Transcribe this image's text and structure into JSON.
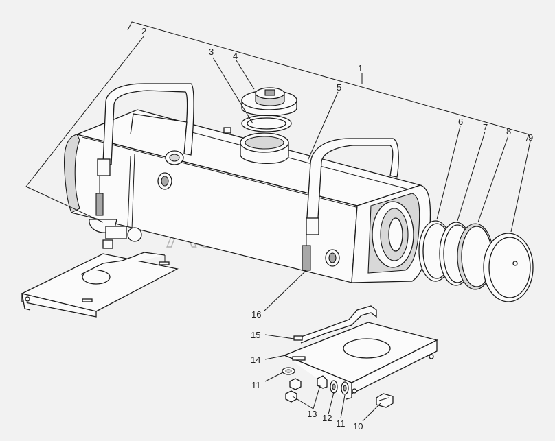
{
  "diagram": {
    "watermark": "AutoSoft",
    "callouts": [
      {
        "id": "c1",
        "text": "1"
      },
      {
        "id": "c2",
        "text": "2"
      },
      {
        "id": "c3",
        "text": "3"
      },
      {
        "id": "c4",
        "text": "4"
      },
      {
        "id": "c5",
        "text": "5"
      },
      {
        "id": "c6",
        "text": "6"
      },
      {
        "id": "c7",
        "text": "7"
      },
      {
        "id": "c8",
        "text": "8"
      },
      {
        "id": "c9",
        "text": "9"
      },
      {
        "id": "c10",
        "text": "10"
      },
      {
        "id": "c11a",
        "text": "11"
      },
      {
        "id": "c11b",
        "text": "11"
      },
      {
        "id": "c12",
        "text": "12"
      },
      {
        "id": "c13",
        "text": "13"
      },
      {
        "id": "c14",
        "text": "14"
      },
      {
        "id": "c15",
        "text": "15"
      },
      {
        "id": "c16",
        "text": "16"
      }
    ]
  }
}
